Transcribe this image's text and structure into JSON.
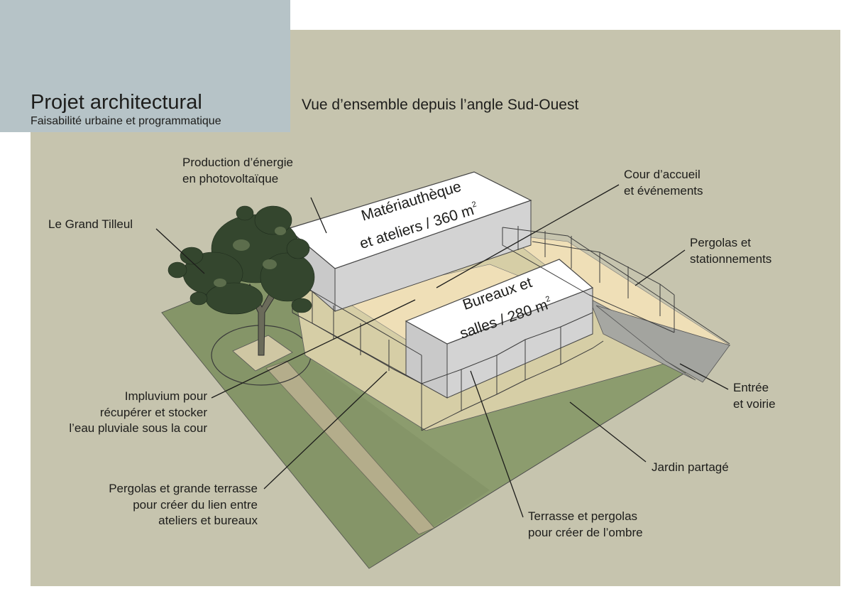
{
  "header": {
    "title": "Projet architectural",
    "subtitle": "Faisabilité urbaine et programmatique",
    "view": "Vue d’ensemble depuis l’angle Sud-Ouest"
  },
  "buildings": {
    "ateliers": {
      "line1": "Matériauthèque",
      "line2": "et ateliers / 360 m",
      "sup": "2"
    },
    "bureaux": {
      "line1": "Bureaux et",
      "line2": "salles / 280 m",
      "sup": "2"
    }
  },
  "labels": {
    "energie": [
      "Production d’énergie",
      "en photovoltaïque"
    ],
    "tilleul": [
      "Le Grand Tilleul"
    ],
    "cour": [
      "Cour d’accueil",
      "et événements"
    ],
    "pergolas_stationnements": [
      "Pergolas et",
      "stationnements"
    ],
    "impluvium": [
      "Impluvium pour",
      "récupérer et stocker",
      "l’eau pluviale sous la cour"
    ],
    "entree": [
      "Entrée",
      "et voirie"
    ],
    "jardin": [
      "Jardin partagé"
    ],
    "pergolas_terrasse": [
      "Pergolas et grande terrasse",
      "pour créer du lien entre",
      "ateliers et bureaux"
    ],
    "terrasse_ombre": [
      "Terrasse et pergolas",
      "pour créer de l’ombre"
    ]
  },
  "colors": {
    "sheet": "#c6c4ae",
    "title_block": "#b6c3c7",
    "lawn": "#8c9c6e",
    "paving": "#d6cea6",
    "courtyard": "#efdfb7",
    "roof": "#ffffff",
    "wall": "#d3d3d3",
    "road": "#a6a7a2",
    "foliage": "#34462e"
  }
}
